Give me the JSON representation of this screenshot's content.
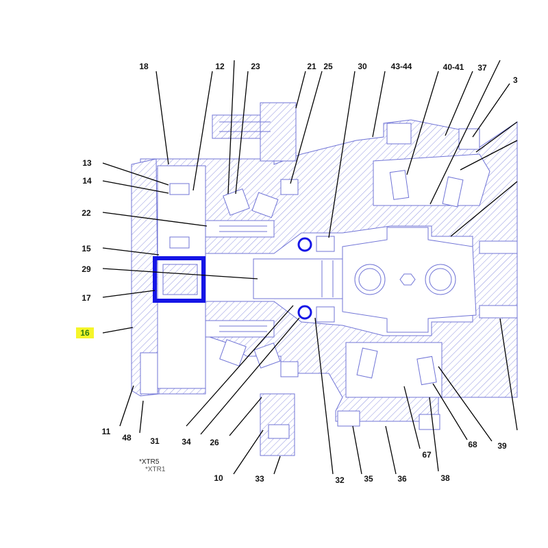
{
  "colors": {
    "drawing_line": "#6f73d6",
    "highlight_outline": "#1515e6",
    "label_highlight_bg": "#f5f52a",
    "label_highlight_text": "#2a7a12",
    "leader": "#000000"
  },
  "highlighted_label": "16",
  "labels": [
    {
      "id": "l18",
      "text": "18"
    },
    {
      "id": "l12",
      "text": "12"
    },
    {
      "id": "l23",
      "text": "23"
    },
    {
      "id": "l21",
      "text": "21"
    },
    {
      "id": "l25",
      "text": "25"
    },
    {
      "id": "l30",
      "text": "30"
    },
    {
      "id": "l4344",
      "text": "43-44"
    },
    {
      "id": "l4041",
      "text": "40-41"
    },
    {
      "id": "l37",
      "text": "37"
    },
    {
      "id": "l3x",
      "text": "3"
    },
    {
      "id": "l13",
      "text": "13"
    },
    {
      "id": "l14",
      "text": "14"
    },
    {
      "id": "l22",
      "text": "22"
    },
    {
      "id": "l15",
      "text": "15"
    },
    {
      "id": "l29",
      "text": "29"
    },
    {
      "id": "l17",
      "text": "17"
    },
    {
      "id": "l16",
      "text": "16"
    },
    {
      "id": "l11",
      "text": "11"
    },
    {
      "id": "l48",
      "text": "48"
    },
    {
      "id": "l31",
      "text": "31"
    },
    {
      "id": "l34",
      "text": "34"
    },
    {
      "id": "l26",
      "text": "26"
    },
    {
      "id": "l10",
      "text": "10"
    },
    {
      "id": "l33",
      "text": "33"
    },
    {
      "id": "l32",
      "text": "32"
    },
    {
      "id": "l35",
      "text": "35"
    },
    {
      "id": "l36",
      "text": "36"
    },
    {
      "id": "l67",
      "text": "67"
    },
    {
      "id": "l38",
      "text": "38"
    },
    {
      "id": "l68",
      "text": "68"
    },
    {
      "id": "l39",
      "text": "39"
    }
  ],
  "notes": [
    {
      "id": "n1",
      "text": "*XTR5"
    },
    {
      "id": "n2",
      "text": "*XTR1"
    }
  ]
}
